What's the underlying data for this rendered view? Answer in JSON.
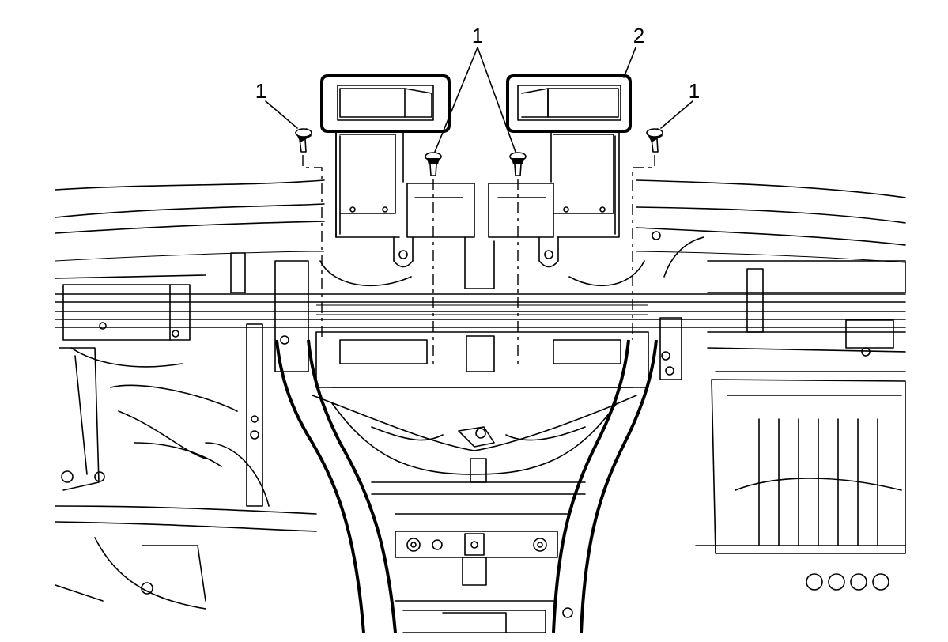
{
  "callouts": {
    "c1_left": "1",
    "c1_center": "1",
    "c2": "2",
    "c1_right": "1"
  },
  "colors": {
    "ink": "#000000",
    "paper": "#ffffff"
  }
}
